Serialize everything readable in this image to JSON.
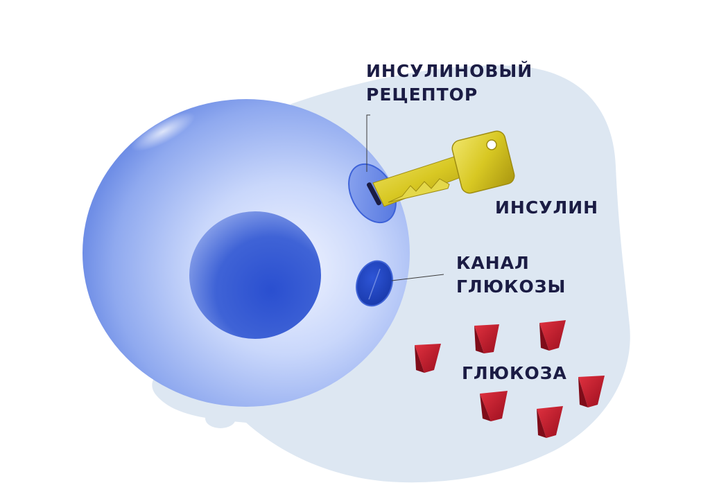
{
  "labels": {
    "receptor_line1": "ИНСУЛИНОВЫЙ",
    "receptor_line2": "РЕЦЕПТОР",
    "insulin": "ИНСУЛИН",
    "channel_line1": "КАНАЛ",
    "channel_line2": "ГЛЮКОЗЫ",
    "glucose": "ГЛЮКОЗА"
  },
  "colors": {
    "background_blob": "#dde7f2",
    "cell_light": "#dde6fb",
    "cell_dark": "#6f8ee6",
    "nucleus_dark": "#2448c7",
    "key_gold": "#d8c823",
    "glucose_red": "#c81a2d",
    "text": "#1b1c44"
  },
  "icons": [
    "key-icon",
    "glucose-molecule-icon"
  ]
}
